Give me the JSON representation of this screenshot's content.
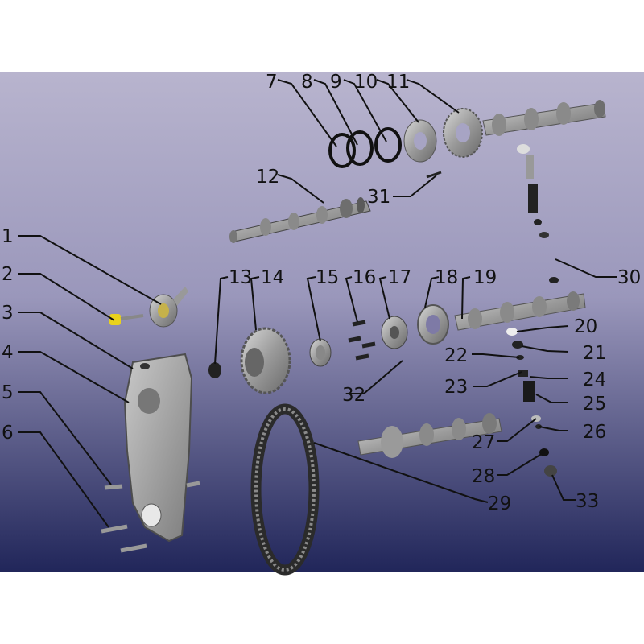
{
  "diagram": {
    "background": {
      "top_color": "#b8b4ce",
      "bottom_color": "#21265a",
      "margin_color": "#ffffff"
    },
    "part_color": "#a9a9a9",
    "callouts": [
      "1",
      "2",
      "3",
      "4",
      "5",
      "6",
      "7",
      "8",
      "9",
      "10",
      "11",
      "12",
      "13",
      "14",
      "15",
      "16",
      "17",
      "18",
      "19",
      "20",
      "21",
      "22",
      "23",
      "24",
      "25",
      "26",
      "27",
      "28",
      "29",
      "30",
      "31",
      "32",
      "33"
    ],
    "parts": {
      "timing_cover": "timing-cover",
      "timing_belt": "timing-belt",
      "camshaft_upper": "camshaft",
      "camshaft_lower": "camshaft",
      "camshaft_right": "camshaft",
      "camshaft_front": "camshaft",
      "sprocket": "camshaft-sprocket",
      "tensioner": "belt-tensioner",
      "bolt": "bolt",
      "snap_ring": "snap-ring",
      "washer": "washer",
      "gear": "gear",
      "valve_stack": "valve-assembly"
    }
  }
}
